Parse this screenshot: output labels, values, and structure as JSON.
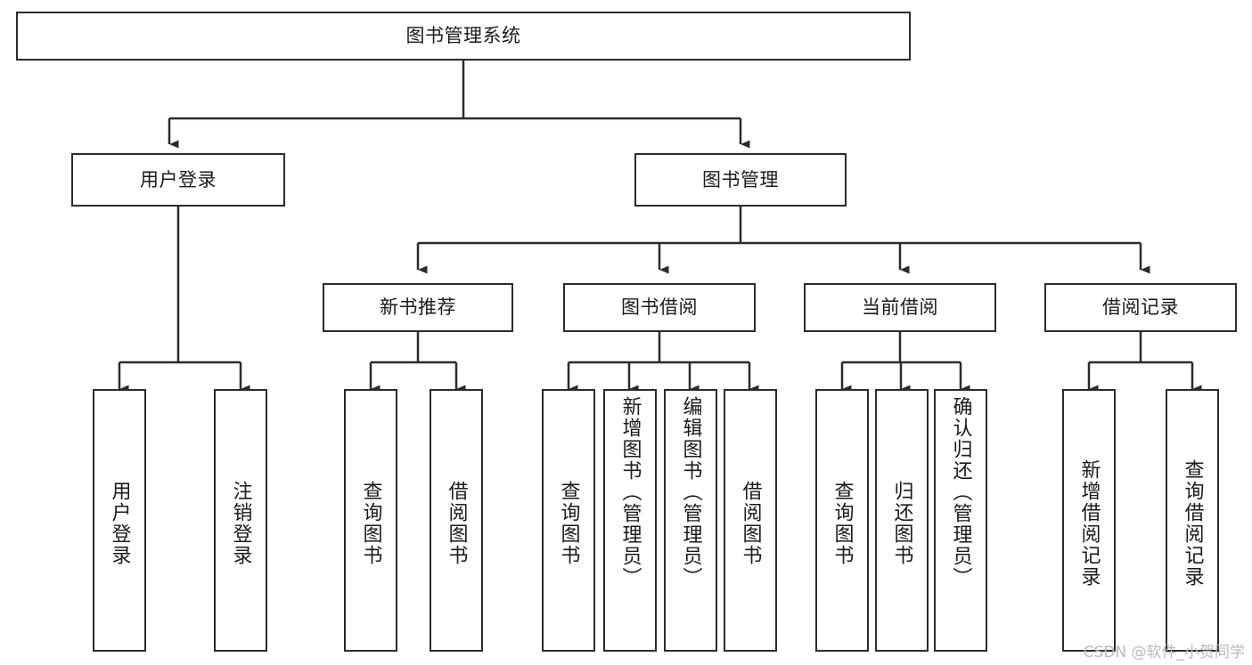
{
  "diagram": {
    "title": "图书管理系统",
    "type": "tree-hierarchy",
    "watermark": "CSDN @软件_小贺同学",
    "colors": {
      "stroke": "#2b2b2b",
      "fill": "#ffffff",
      "text": "#1a1a1a",
      "watermark": "#b9b9b9"
    },
    "levels": {
      "root": "图书管理系统",
      "level2": [
        "用户登录",
        "图书管理"
      ],
      "level3": [
        "新书推荐",
        "图书借阅",
        "当前借阅",
        "借阅记录"
      ]
    },
    "nodes": {
      "root": {
        "label": "图书管理系统"
      },
      "user_login": {
        "label": "用户登录"
      },
      "book_manage": {
        "label": "图书管理"
      },
      "new_book_rec": {
        "label": "新书推荐"
      },
      "book_borrow": {
        "label": "图书借阅"
      },
      "current_borrow": {
        "label": "当前借阅"
      },
      "borrow_record": {
        "label": "借阅记录"
      }
    },
    "leaves": {
      "user_login": [
        {
          "label": "用户登录"
        },
        {
          "label": "注销登录"
        }
      ],
      "new_book_rec": [
        {
          "label": "查询图书"
        },
        {
          "label": "借阅图书"
        }
      ],
      "book_borrow": [
        {
          "label": "查询图书"
        },
        {
          "label": "新增图书（管理员）"
        },
        {
          "label": "编辑图书（管理员）"
        },
        {
          "label": "借阅图书"
        }
      ],
      "current_borrow": [
        {
          "label": "查询图书"
        },
        {
          "label": "归还图书"
        },
        {
          "label": "确认归还（管理员）"
        }
      ],
      "borrow_record": [
        {
          "label": "新增借阅记录"
        },
        {
          "label": "查询借阅记录"
        }
      ]
    },
    "edges": [
      {
        "from": "图书管理系统",
        "to": "用户登录"
      },
      {
        "from": "图书管理系统",
        "to": "图书管理"
      },
      {
        "from": "图书管理",
        "to": "新书推荐"
      },
      {
        "from": "图书管理",
        "to": "图书借阅"
      },
      {
        "from": "图书管理",
        "to": "当前借阅"
      },
      {
        "from": "图书管理",
        "to": "借阅记录"
      },
      {
        "from": "用户登录",
        "to": "用户登录"
      },
      {
        "from": "用户登录",
        "to": "注销登录"
      },
      {
        "from": "新书推荐",
        "to": "查询图书"
      },
      {
        "from": "新书推荐",
        "to": "借阅图书"
      },
      {
        "from": "图书借阅",
        "to": "查询图书"
      },
      {
        "from": "图书借阅",
        "to": "新增图书（管理员）"
      },
      {
        "from": "图书借阅",
        "to": "编辑图书（管理员）"
      },
      {
        "from": "图书借阅",
        "to": "借阅图书"
      },
      {
        "from": "当前借阅",
        "to": "查询图书"
      },
      {
        "from": "当前借阅",
        "to": "归还图书"
      },
      {
        "from": "当前借阅",
        "to": "确认归还（管理员）"
      },
      {
        "from": "借阅记录",
        "to": "新增借阅记录"
      },
      {
        "from": "借阅记录",
        "to": "查询借阅记录"
      }
    ]
  }
}
